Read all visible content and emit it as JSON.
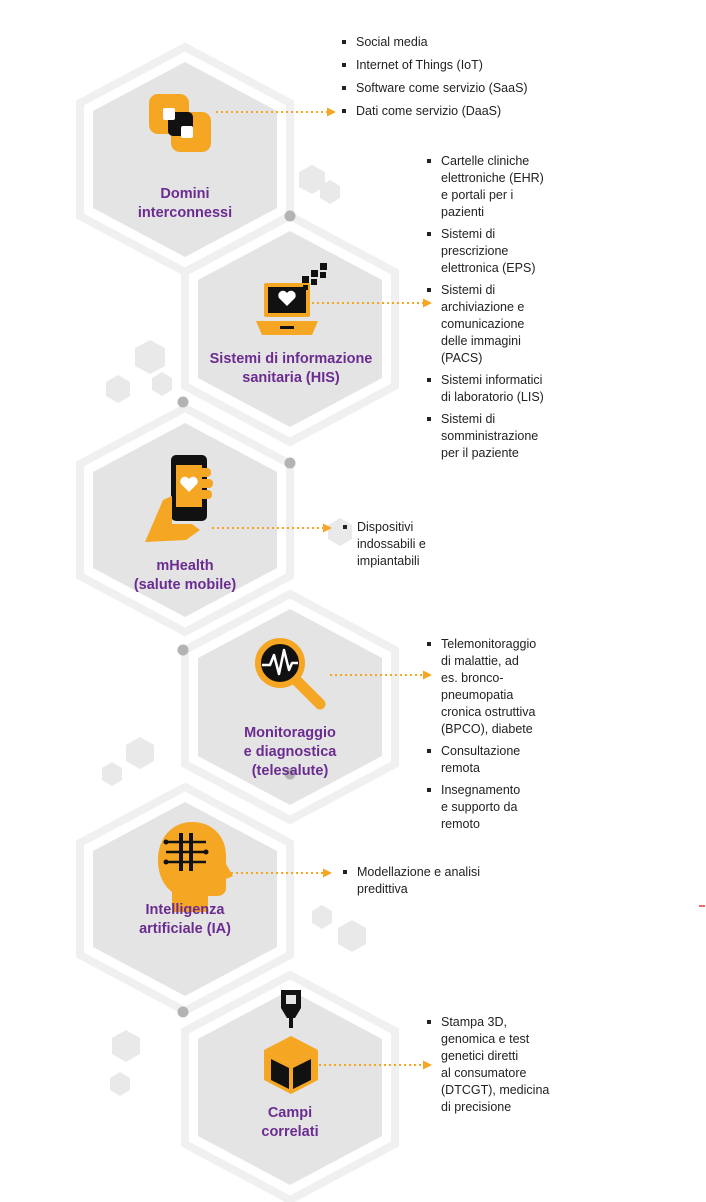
{
  "colors": {
    "accent": "#f5a623",
    "title": "#6b2c91",
    "hex_fill": "#e4e4e4",
    "hex_outline": "#f2f2f2",
    "connector_dot": "#b3b3b3"
  },
  "sections": [
    {
      "title_lines": [
        "Domini",
        "interconnessi"
      ],
      "icon": "interconnected-domains-icon",
      "bullets": [
        "Social media",
        "Internet of Things (IoT)",
        "Software come servizio (SaaS)",
        "Dati come servizio (DaaS)"
      ]
    },
    {
      "title_lines": [
        "Sistemi di informazione",
        "sanitaria (HIS)"
      ],
      "icon": "laptop-heart-icon",
      "bullets": [
        "Cartelle cliniche\nelettroniche (EHR)\ne portali per i\npazienti",
        "Sistemi di\nprescrizione\nelettronica (EPS)",
        "Sistemi di\narchiviazione e\ncomunicazione\ndelle immagini\n(PACS)",
        "Sistemi informatici\ndi laboratorio (LIS)",
        "Sistemi di\nsomministrazione\nper il paziente"
      ]
    },
    {
      "title_lines": [
        "mHealth",
        "(salute mobile)"
      ],
      "icon": "phone-in-hand-icon",
      "bullets": [
        "Dispositivi\nindossabili e\nimpiantabili"
      ]
    },
    {
      "title_lines": [
        "Monitoraggio",
        "e diagnostica",
        "(telesalute)"
      ],
      "icon": "magnifier-heartbeat-icon",
      "bullets": [
        "Telemonitoraggio\ndi malattie, ad\nes. bronco-\npneumopatia\ncronica ostruttiva\n(BPCO), diabete",
        "Consultazione\nremota",
        "Insegnamento\ne supporto da\nremoto"
      ]
    },
    {
      "title_lines": [
        "Intelligenza",
        "artificiale (IA)"
      ],
      "icon": "brain-circuit-icon",
      "bullets": [
        "Modellazione e analisi\npredittiva"
      ]
    },
    {
      "title_lines": [
        "Campi",
        "correlati"
      ],
      "icon": "3d-printer-box-icon",
      "bullets": [
        "Stampa 3D,\ngenomica e test\ngenetici diretti\nal consumatore\n(DTCGT), medicina\ndi precisione"
      ]
    }
  ]
}
